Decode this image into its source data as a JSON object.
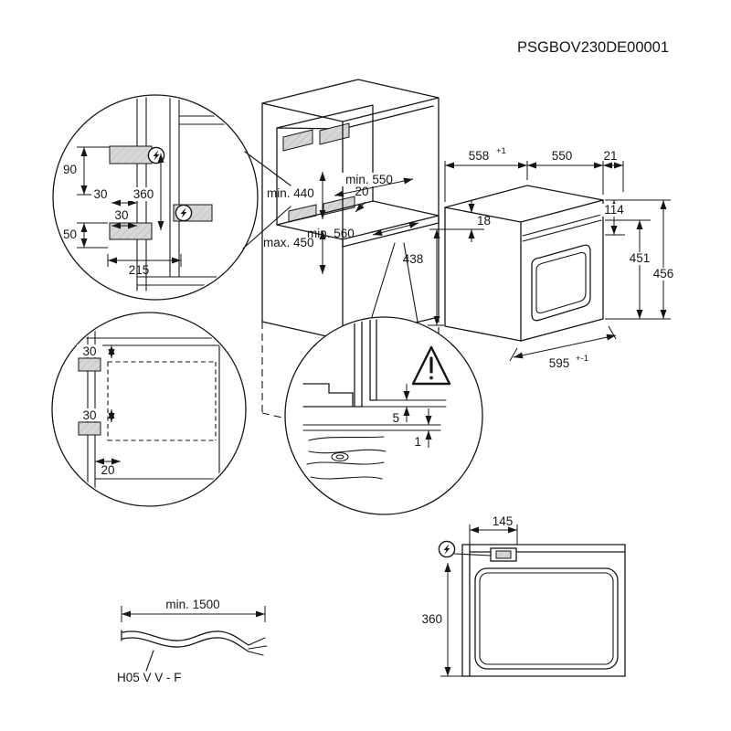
{
  "drawing": {
    "code": "PSGBOV230DE00001"
  },
  "colors": {
    "line": "#161616",
    "shaded_fill": "#d7d7d7",
    "background": "#ffffff"
  },
  "icons": {
    "lightning": "electrical-connection-point",
    "warning": "caution-exclamation-triangle"
  },
  "niche_side_detail": {
    "dim_90": "90",
    "dim_30_upper": "30",
    "dim_360": "360",
    "dim_30_lower": "30",
    "dim_50": "50",
    "dim_215": "215"
  },
  "cabinet": {
    "dim_min_550": "min. 550",
    "dim_min_440": "min. 440",
    "dim_20": "20",
    "dim_max_450": "max. 450",
    "dim_min_560": "min. 560"
  },
  "oven": {
    "dim_558": "558",
    "tol_558": "+1",
    "dim_550": "550",
    "dim_21": "21",
    "dim_18": "18",
    "dim_114": "114",
    "dim_438": "438",
    "dim_451": "451",
    "dim_456": "456",
    "dim_595": "595",
    "tol_595": "+-1"
  },
  "niche_front_detail": {
    "dim_30_top": "30",
    "dim_30_bottom": "30",
    "dim_20": "20"
  },
  "rear_clearance_detail": {
    "dim_5": "5",
    "dim_1": "1"
  },
  "top_view": {
    "dim_145": "145",
    "dim_360": "360"
  },
  "cable": {
    "dim_min_1500": "min. 1500",
    "cable_type": "H05 V V - F"
  }
}
